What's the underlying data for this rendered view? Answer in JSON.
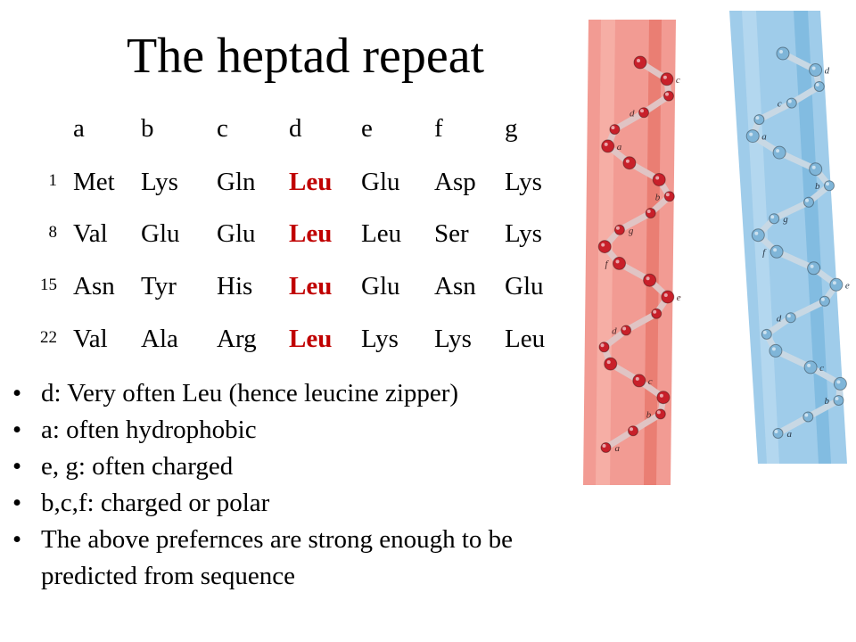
{
  "title": "The heptad repeat",
  "heptad": {
    "positions": [
      "a",
      "b",
      "c",
      "d",
      "e",
      "f",
      "g"
    ],
    "rows": [
      {
        "start": "1",
        "residues": [
          "Met",
          "Lys",
          "Gln",
          "Leu",
          "Glu",
          "Asp",
          "Lys"
        ]
      },
      {
        "start": "8",
        "residues": [
          "Val",
          "Glu",
          "Glu",
          "Leu",
          "Leu",
          "Ser",
          "Lys"
        ]
      },
      {
        "start": "15",
        "residues": [
          "Asn",
          "Tyr",
          "His",
          "Leu",
          "Glu",
          "Asn",
          "Glu"
        ]
      },
      {
        "start": "22",
        "residues": [
          "Val",
          "Ala",
          "Arg",
          "Leu",
          "Lys",
          "Lys",
          "Leu"
        ]
      }
    ],
    "highlight_color": "#c00000"
  },
  "bullets": [
    [
      "d: Very often Leu (hence leucine zipper)"
    ],
    [
      "a: often hydrophobic"
    ],
    [
      "e, g: often charged"
    ],
    [
      "b,c,f: charged or polar"
    ],
    [
      "The above prefernces are strong enough to be",
      "predicted from sequence"
    ]
  ],
  "bullet_symbol": "•",
  "helices": [
    {
      "name": "red-helix",
      "colors": {
        "band": "#f08a80",
        "atom": "#c8202a",
        "bond": "#e0c4c4"
      },
      "labels": [
        "c",
        "d",
        "a",
        "b",
        "g",
        "f",
        "e",
        "d",
        "c",
        "b",
        "a"
      ]
    },
    {
      "name": "blue-helix",
      "colors": {
        "band": "#8ec3e6",
        "atom": "#7fb5d8",
        "bond": "#c8d8e4"
      },
      "labels": [
        "d",
        "c",
        "a",
        "b",
        "g",
        "f",
        "e",
        "d",
        "c",
        "b",
        "a"
      ]
    }
  ]
}
